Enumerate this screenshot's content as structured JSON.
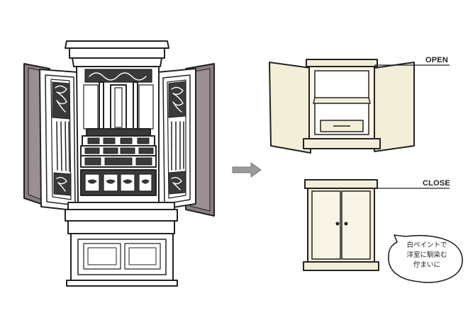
{
  "labels": {
    "open": "OPEN",
    "close": "CLOSE"
  },
  "bubble": {
    "lines": [
      "白ペイントで",
      "洋室に馴染む",
      "佇まいに"
    ]
  },
  "colors": {
    "ink": "#222222",
    "cream": "#f3eed8",
    "cream_light": "#f8f4e6",
    "door_outer": "#8a7e83",
    "door_shadow": "#6e6469",
    "arrow": "#9a9a9a"
  },
  "icons": [
    "arrow-right-icon",
    "speech-bubble-icon"
  ]
}
